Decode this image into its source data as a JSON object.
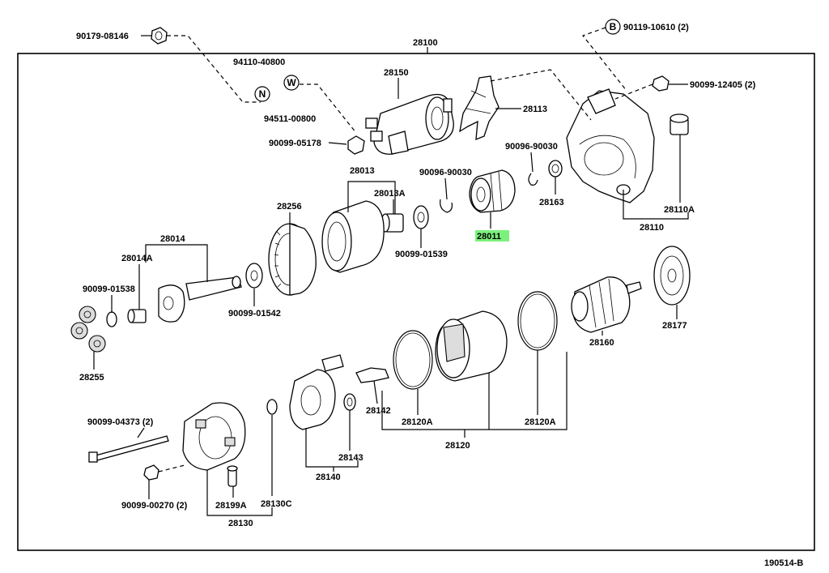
{
  "diagram": {
    "figure_code": "190514-B",
    "highlight_color": "#7cf07c",
    "labels": {
      "p28100": "28100",
      "p90179": "90179-08146",
      "p94110": "94110-40800",
      "p94511": "94511-00800",
      "p90099_05178": "90099-05178",
      "p28150": "28150",
      "p28113": "28113",
      "p90119": "90119-10610 (2)",
      "p90099_12405": "90099-12405 (2)",
      "p90096_a": "90096-90030",
      "p90096_b": "90096-90030",
      "p28163": "28163",
      "p28110A": "28110A",
      "p28110": "28110",
      "p28011": "28011",
      "p28013": "28013",
      "p28013A": "28013A",
      "p90099_01539": "90099-01539",
      "p28256": "28256",
      "p28014": "28014",
      "p28014A": "28014A",
      "p90099_01538": "90099-01538",
      "p90099_01542": "90099-01542",
      "p28255": "28255",
      "p28160": "28160",
      "p28177": "28177",
      "p28142": "28142",
      "p28120A_l": "28120A",
      "p28120A_r": "28120A",
      "p28120": "28120",
      "p90099_04373": "90099-04373 (2)",
      "p90099_00270": "90099-00270 (2)",
      "p28199A": "28199A",
      "p28130C": "28130C",
      "p28130": "28130",
      "p28140": "28140",
      "p28143": "28143"
    },
    "symbols": {
      "N": "N",
      "W": "W",
      "B": "B"
    }
  }
}
